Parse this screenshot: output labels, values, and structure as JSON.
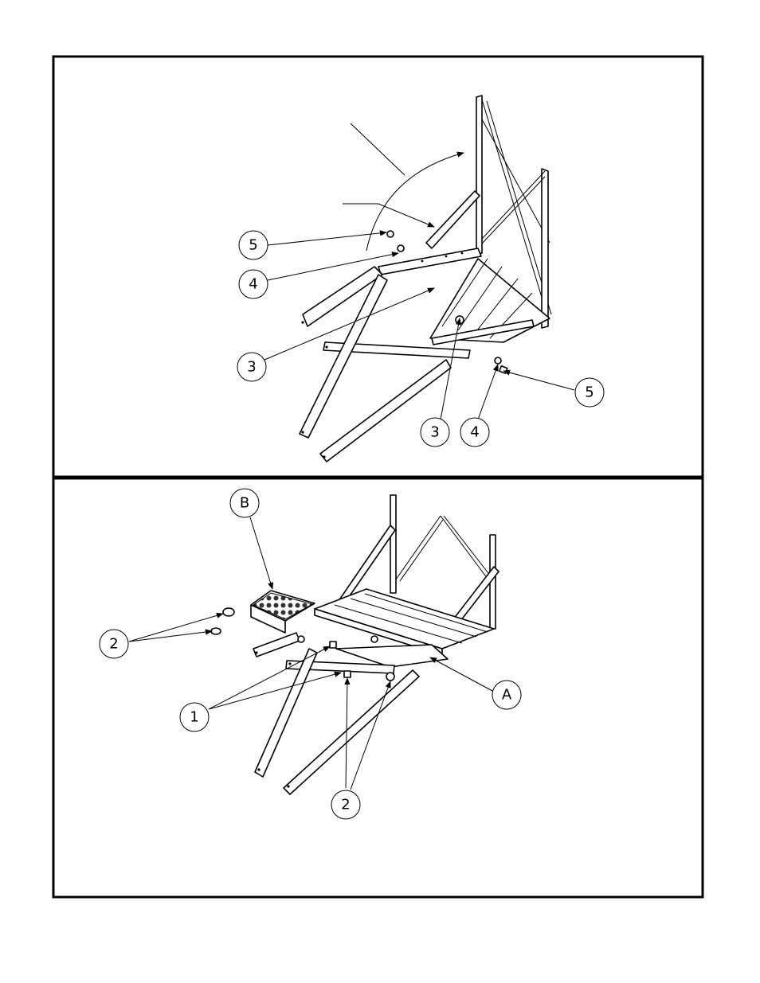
{
  "panels": {
    "top": {
      "callouts": [
        {
          "id": "top-5-left",
          "label": "5"
        },
        {
          "id": "top-4-left",
          "label": "4"
        },
        {
          "id": "top-3-left",
          "label": "3"
        },
        {
          "id": "top-5-right",
          "label": "5"
        },
        {
          "id": "top-3-bottom",
          "label": "3"
        },
        {
          "id": "top-4-bottom",
          "label": "4"
        }
      ]
    },
    "bottom": {
      "callouts": [
        {
          "id": "bottom-B",
          "label": "B"
        },
        {
          "id": "bottom-2-left",
          "label": "2"
        },
        {
          "id": "bottom-1",
          "label": "1"
        },
        {
          "id": "bottom-A",
          "label": "A"
        },
        {
          "id": "bottom-2-bottom",
          "label": "2"
        }
      ]
    }
  }
}
